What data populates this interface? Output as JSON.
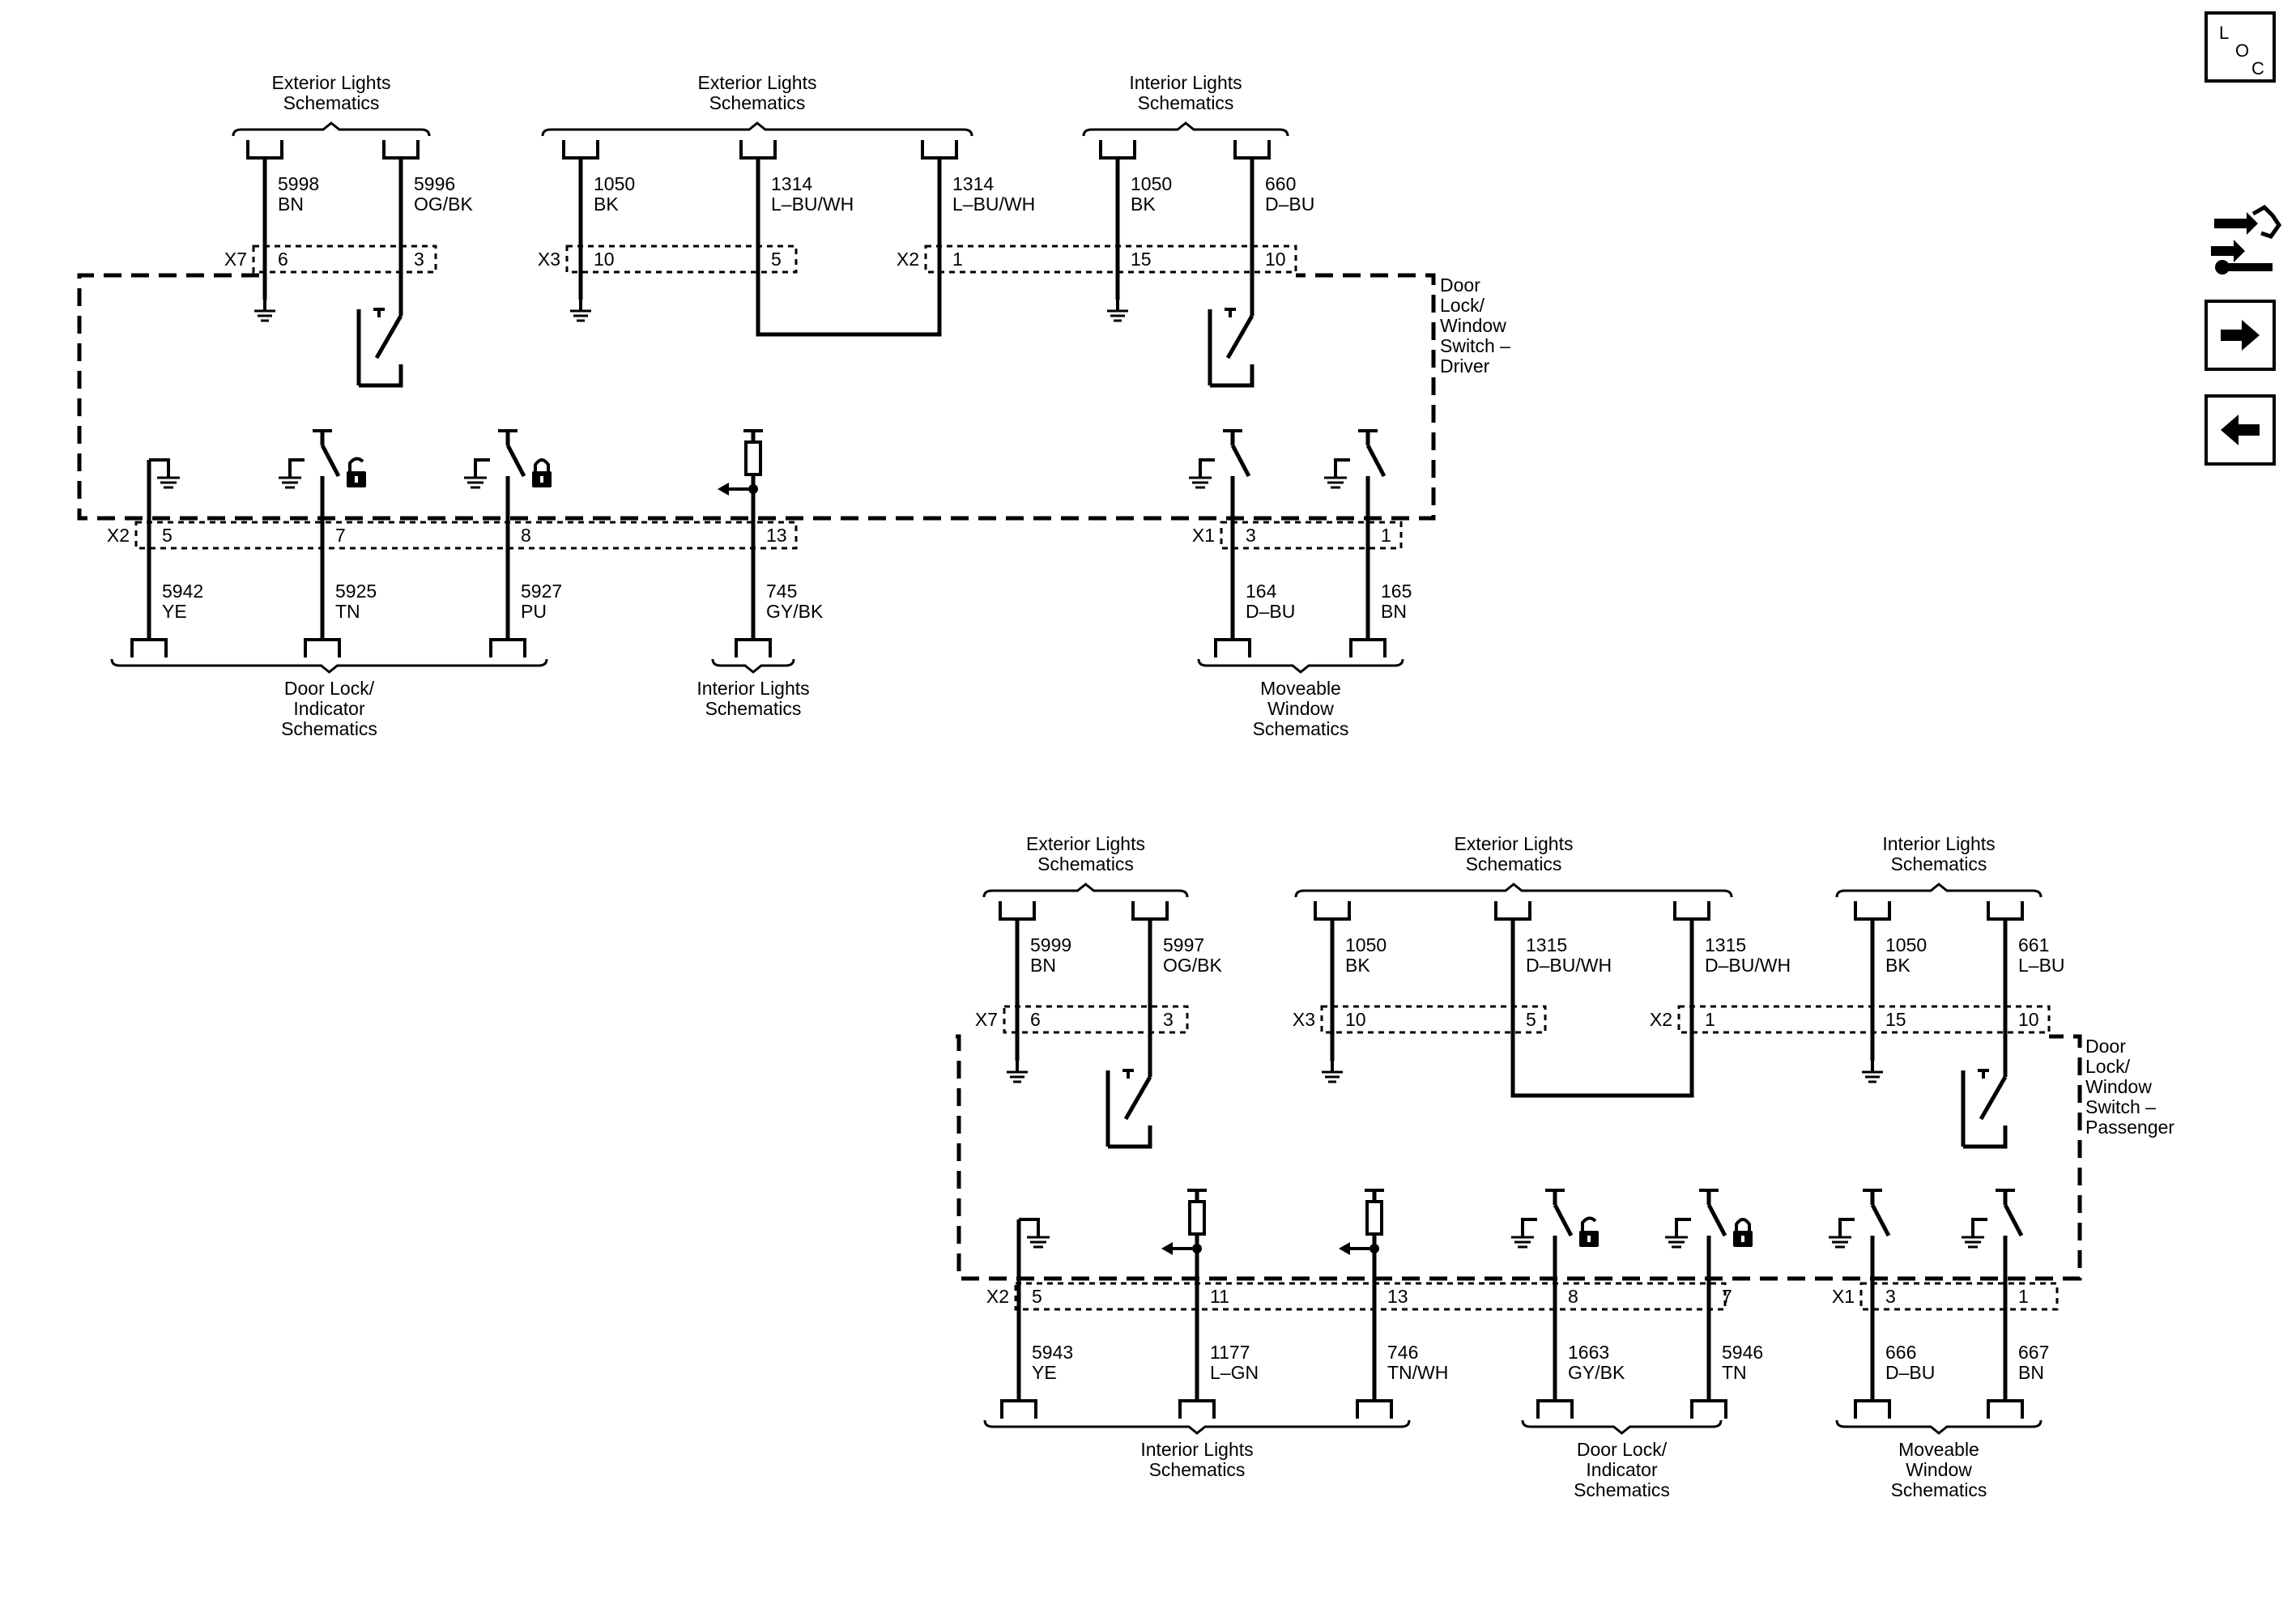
{
  "driver": {
    "switch_label": [
      "Door",
      "Lock/",
      "Window",
      "Switch –",
      "Driver"
    ],
    "top_groups": [
      {
        "lines": [
          "Exterior Lights",
          "Schematics"
        ]
      },
      {
        "lines": [
          "Exterior Lights",
          "Schematics"
        ]
      },
      {
        "lines": [
          "Interior Lights",
          "Schematics"
        ]
      }
    ],
    "top_connectors": [
      "X7",
      "X3",
      "X2"
    ],
    "top_circuits": [
      {
        "num": "5998",
        "color": "BN",
        "pin": "6"
      },
      {
        "num": "5996",
        "color": "OG/BK",
        "pin": "3"
      },
      {
        "num": "1050",
        "color": "BK",
        "pin": "10"
      },
      {
        "num": "1314",
        "color": "L–BU/WH",
        "pin": "5"
      },
      {
        "num": "1314",
        "color": "L–BU/WH",
        "pin": "1"
      },
      {
        "num": "1050",
        "color": "BK",
        "pin": "15"
      },
      {
        "num": "660",
        "color": "D–BU",
        "pin": "10"
      }
    ],
    "bottom_connectors": [
      "X2",
      "X1"
    ],
    "bottom_circuits": [
      {
        "num": "5942",
        "color": "YE",
        "pin": "5"
      },
      {
        "num": "5925",
        "color": "TN",
        "pin": "7"
      },
      {
        "num": "5927",
        "color": "PU",
        "pin": "8"
      },
      {
        "num": "745",
        "color": "GY/BK",
        "pin": "13"
      },
      {
        "num": "164",
        "color": "D–BU",
        "pin": "3"
      },
      {
        "num": "165",
        "color": "BN",
        "pin": "1"
      }
    ],
    "bottom_groups": [
      {
        "lines": [
          "Door Lock/",
          "Indicator",
          "Schematics"
        ]
      },
      {
        "lines": [
          "Interior Lights",
          "Schematics"
        ]
      },
      {
        "lines": [
          "Moveable",
          "Window",
          "Schematics"
        ]
      }
    ]
  },
  "passenger": {
    "switch_label": [
      "Door",
      "Lock/",
      "Window",
      "Switch –",
      "Passenger"
    ],
    "top_groups": [
      {
        "lines": [
          "Exterior Lights",
          "Schematics"
        ]
      },
      {
        "lines": [
          "Exterior Lights",
          "Schematics"
        ]
      },
      {
        "lines": [
          "Interior Lights",
          "Schematics"
        ]
      }
    ],
    "top_connectors": [
      "X7",
      "X3",
      "X2"
    ],
    "top_circuits": [
      {
        "num": "5999",
        "color": "BN",
        "pin": "6"
      },
      {
        "num": "5997",
        "color": "OG/BK",
        "pin": "3"
      },
      {
        "num": "1050",
        "color": "BK",
        "pin": "10"
      },
      {
        "num": "1315",
        "color": "D–BU/WH",
        "pin": "5"
      },
      {
        "num": "1315",
        "color": "D–BU/WH",
        "pin": "1"
      },
      {
        "num": "1050",
        "color": "BK",
        "pin": "15"
      },
      {
        "num": "661",
        "color": "L–BU",
        "pin": "10"
      }
    ],
    "bottom_connectors": [
      "X2",
      "X1"
    ],
    "bottom_circuits": [
      {
        "num": "5943",
        "color": "YE",
        "pin": "5"
      },
      {
        "num": "1177",
        "color": "L–GN",
        "pin": "11"
      },
      {
        "num": "746",
        "color": "TN/WH",
        "pin": "13"
      },
      {
        "num": "1663",
        "color": "GY/BK",
        "pin": "8"
      },
      {
        "num": "5946",
        "color": "TN",
        "pin": "7"
      },
      {
        "num": "666",
        "color": "D–BU",
        "pin": "3"
      },
      {
        "num": "667",
        "color": "BN",
        "pin": "1"
      }
    ],
    "bottom_groups": [
      {
        "lines": [
          "Interior Lights",
          "Schematics"
        ]
      },
      {
        "lines": [
          "Door Lock/",
          "Indicator",
          "Schematics"
        ]
      },
      {
        "lines": [
          "Moveable",
          "Window",
          "Schematics"
        ]
      }
    ]
  },
  "nav": {
    "loc": {
      "l": "L",
      "o": "O",
      "c": "C"
    },
    "icons": [
      "component-connector-tool-icon",
      "next-page-icon",
      "previous-page-icon"
    ]
  }
}
